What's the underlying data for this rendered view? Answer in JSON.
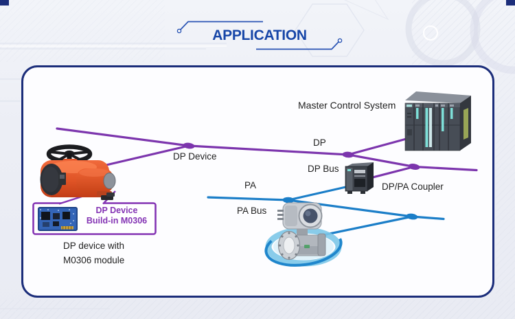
{
  "header": {
    "title": "APPLICATION"
  },
  "colors": {
    "header_text": "#1746a8",
    "container_border": "#1b2d7a",
    "dp_line": "#7c35ad",
    "pa_line": "#1b7ec8",
    "callout_border": "#8434b4",
    "label_text": "#1f1f1f"
  },
  "diagram": {
    "labels": {
      "master_control_system": "Master Control System",
      "dp": "DP",
      "dp_device": "DP Device",
      "dp_bus": "DP Bus",
      "dp_pa_coupler": "DP/PA Coupler",
      "pa": "PA",
      "pa_bus": "PA Bus"
    },
    "callout_box": {
      "line1": "DP Device",
      "line2": "Build-in M0306"
    },
    "caption": {
      "line1": "DP device with",
      "line2": "M0306 module"
    },
    "icons": {
      "plc": "plc-rack-image",
      "coupler": "dp-pa-coupler-image",
      "actuator": "valve-actuator-image",
      "flow_meter": "flow-meter-image",
      "pcb": "m0306-circuit-board-image"
    }
  }
}
